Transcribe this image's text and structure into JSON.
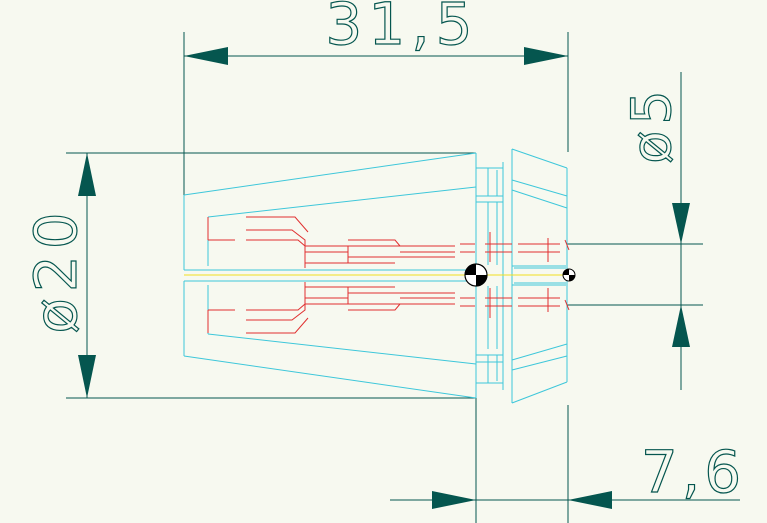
{
  "dimensions": {
    "overall_length": "31,5",
    "outer_diameter": "ø20",
    "bore_diameter": "ø5",
    "nose_length": "7,6"
  },
  "colors": {
    "background": "#f7f9f0",
    "dimension": "#05564f",
    "outline": "#3ec7da",
    "hidden": "#e03030",
    "centerline": "#f0e020"
  },
  "icons": {
    "origin_marker": "center-of-gravity-icon",
    "small_marker": "center-of-gravity-icon"
  }
}
